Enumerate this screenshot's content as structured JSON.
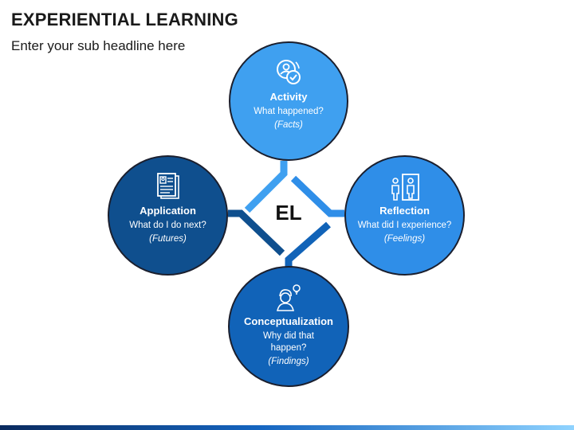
{
  "header": {
    "title": "EXPERIENTIAL LEARNING",
    "subtitle": "Enter your sub headline here"
  },
  "center": {
    "label": "EL"
  },
  "stages": {
    "activity": {
      "name": "Activity",
      "question": "What happened?",
      "tag": "(Facts)",
      "icon": "activity-icon",
      "color": "#3fa0f0"
    },
    "reflection": {
      "name": "Reflection",
      "question": "What did I experience?",
      "tag": "(Feelings)",
      "icon": "reflection-icon",
      "color": "#2f8ee8"
    },
    "application": {
      "name": "Application",
      "question": "What do I do next?",
      "tag": "(Futures)",
      "icon": "application-icon",
      "color": "#0f4f8e"
    },
    "conceptualization": {
      "name": "Conceptualization",
      "question_line1": "Why did that",
      "question_line2": "happen?",
      "tag": "(Findings)",
      "icon": "idea-icon",
      "color": "#1163b8"
    }
  }
}
